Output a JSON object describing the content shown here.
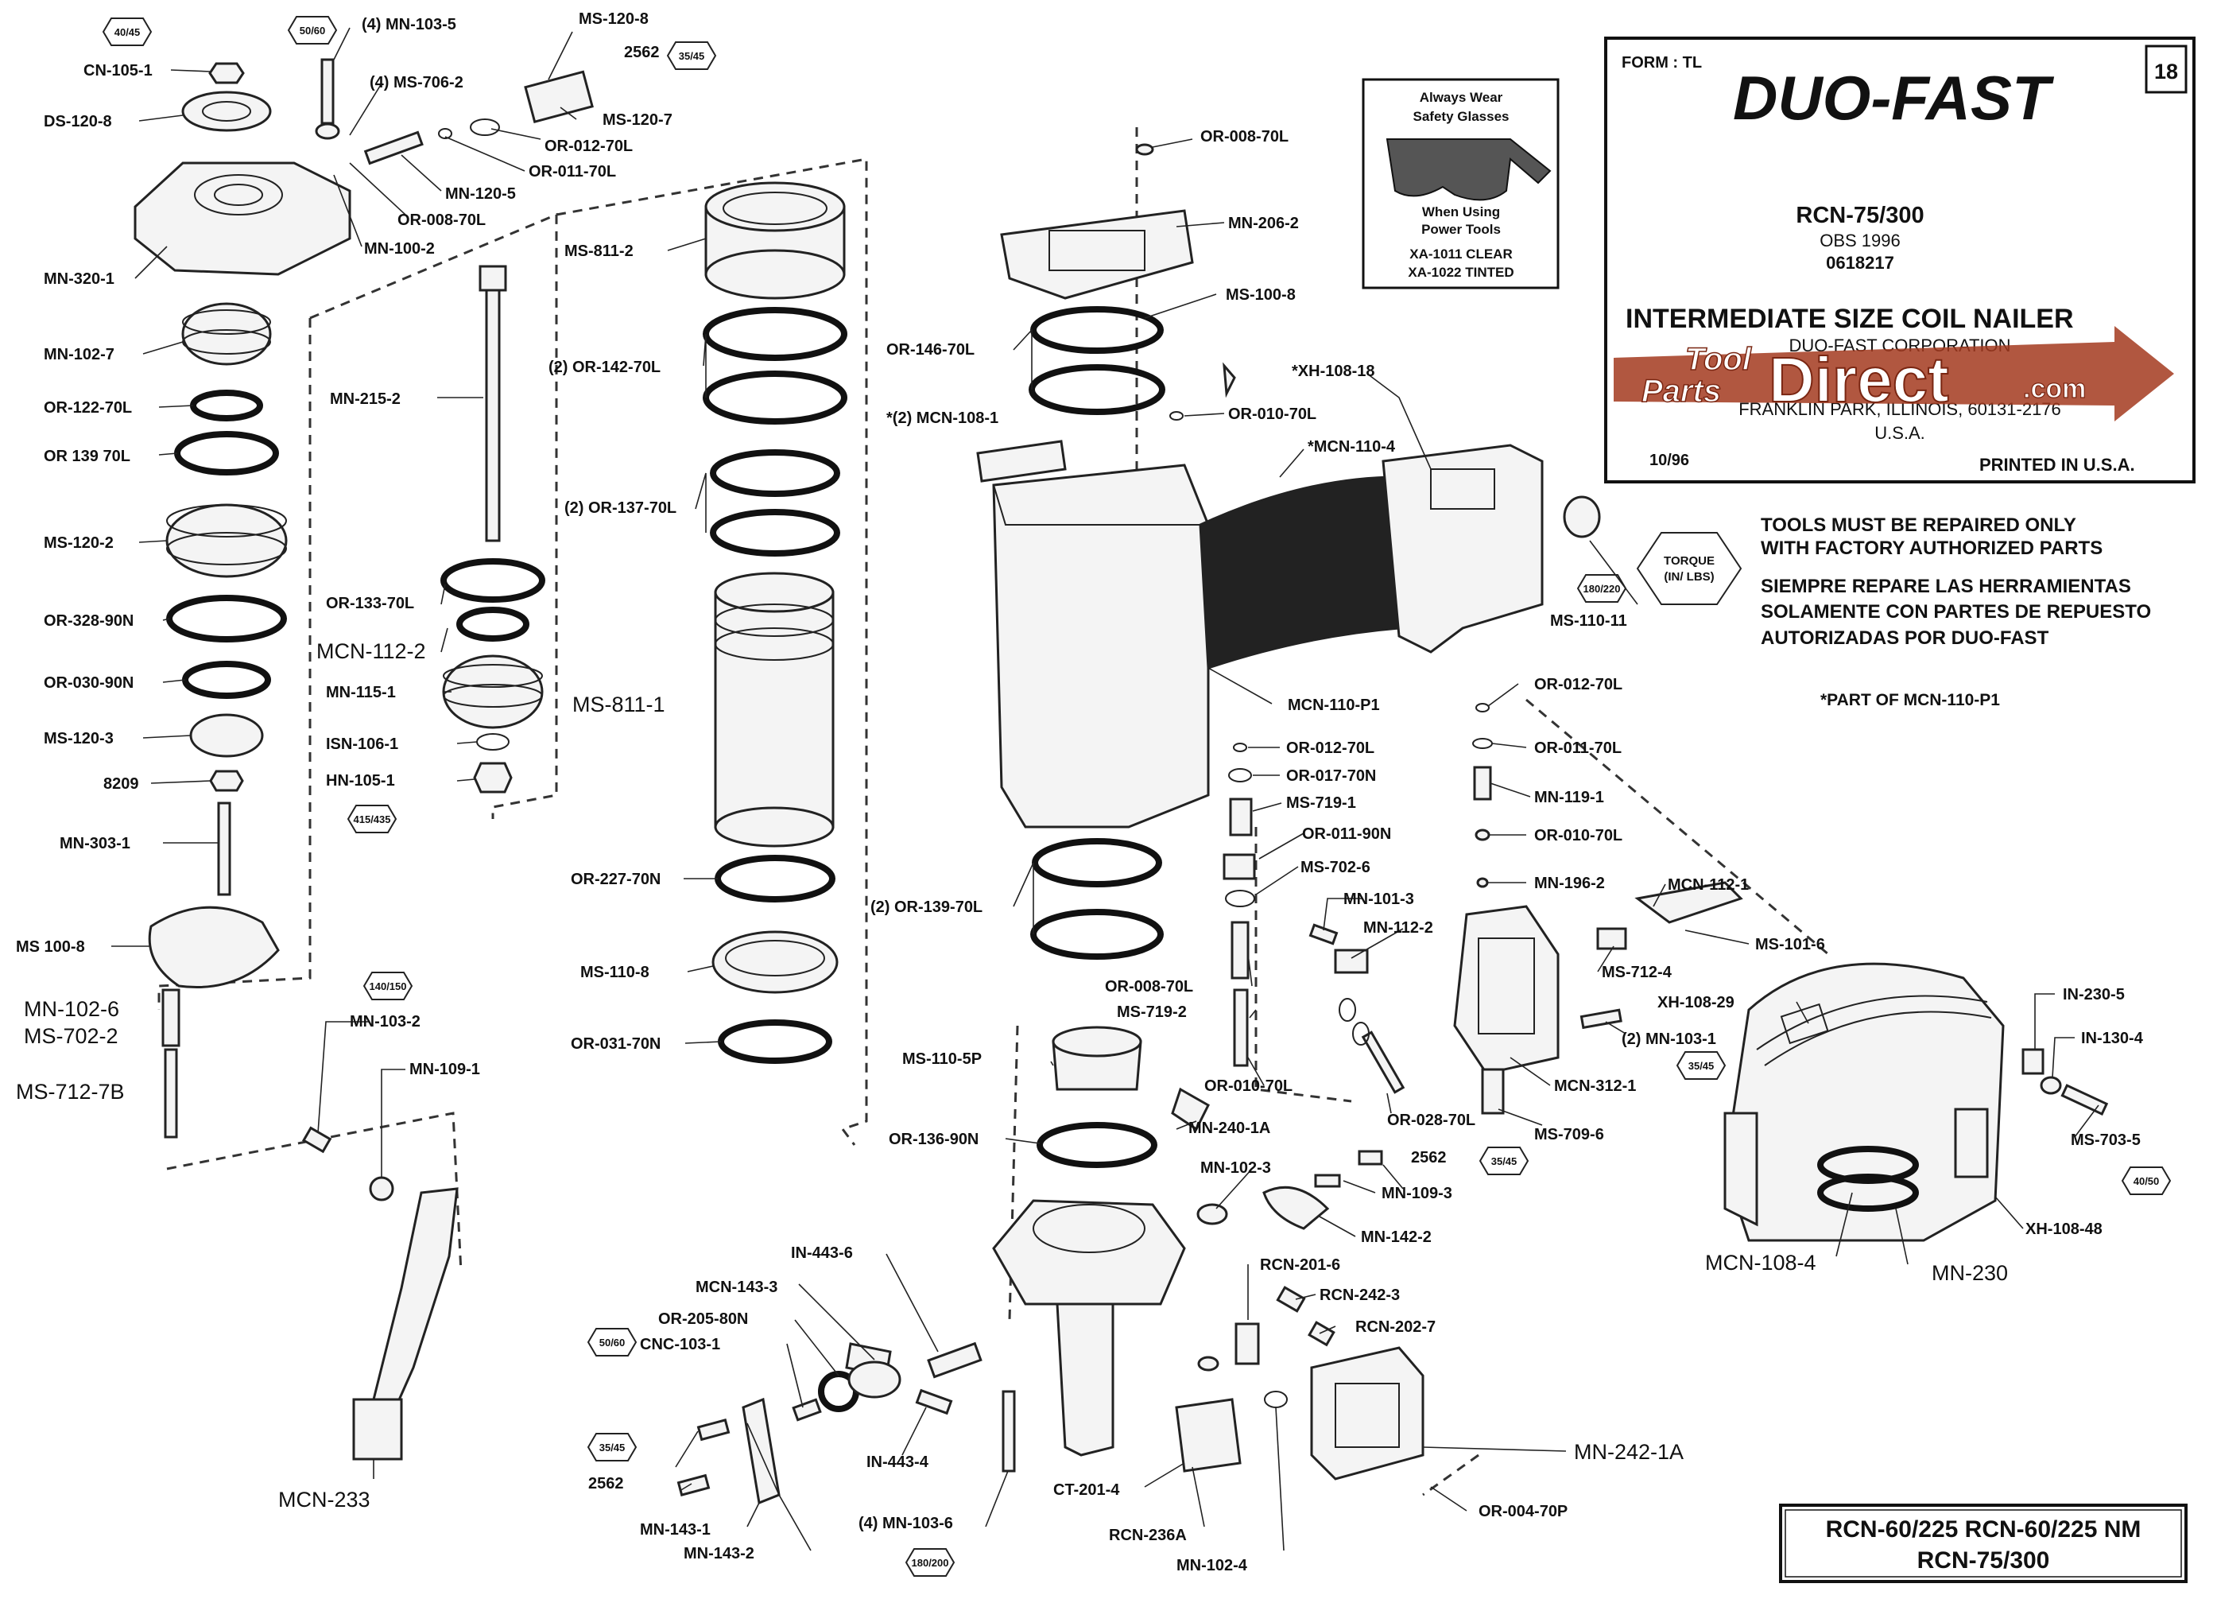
{
  "title_block": {
    "form": "FORM : TL",
    "brand": "DUO-FAST",
    "page_number": "18",
    "model": "RCN-75/300",
    "obs": "OBS 1996",
    "code": "0618217",
    "description": "INTERMEDIATE SIZE COIL NAILER",
    "company": "DUO-FAST CORPORATION",
    "address": "FRANKLIN PARK, ILLINOIS, 60131-2176",
    "country": "U.S.A.",
    "date": "10/96",
    "printed": "PRINTED IN U.S.A."
  },
  "watermark": {
    "tool": "Tool",
    "parts": "Parts",
    "direct": "Direct",
    "com": ".com"
  },
  "safety_box": {
    "line1": "Always Wear",
    "line2": "Safety Glasses",
    "line3": "When Using",
    "line4": "Power Tools",
    "line5": "XA-1011 CLEAR",
    "line6": "XA-1022 TINTED"
  },
  "notice": {
    "en1": "TOOLS MUST BE REPAIRED ONLY",
    "en2": "WITH FACTORY AUTHORIZED PARTS",
    "es1": "SIEMPRE REPARE LAS HERRAMIENTAS",
    "es2": "SOLAMENTE CON PARTES DE REPUESTO",
    "es3": "AUTORIZADAS POR DUO-FAST",
    "torque1": "TORQUE",
    "torque2": "(IN/ LBS)",
    "footnote": "*PART OF MCN-110-P1"
  },
  "model_box": {
    "line1": "RCN-60/225  RCN-60/225 NM",
    "line2": "RCN-75/300"
  },
  "torque_values": {
    "t1": "40/45",
    "t2": "50/60",
    "t3": "35/45",
    "t4": "415/435",
    "t5": "140/150",
    "t6": "180/220",
    "t7": "35/45",
    "t8": "35/45",
    "t9": "40/50",
    "t10": "50/60",
    "t11": "35/45",
    "t12": "180/200"
  },
  "labels": {
    "cn_105_1": "CN-105-1",
    "ds_120_8": "DS-120-8",
    "mn_320_1": "MN-320-1",
    "mn_102_7": "MN-102-7",
    "or_122_70l": "OR-122-70L",
    "or_139_70l_a": "OR 139 70L",
    "ms_120_2": "MS-120-2",
    "or_328_90n": "OR-328-90N",
    "or_030_90n": "OR-030-90N",
    "ms_120_3": "MS-120-3",
    "p8209": "8209",
    "mn_303_1": "MN-303-1",
    "ms_100_8a": "MS 100-8",
    "mn_102_6": "MN-102-6",
    "ms_702_2": "MS-702-2",
    "ms_712_7b": "MS-712-7B",
    "mn_103_5": "(4) MN-103-5",
    "ms_706_2": "(4) MS-706-2",
    "ms_120_8": "MS-120-8",
    "p2562a": "2562",
    "ms_120_7": "MS-120-7",
    "or_012_70l_a": "OR-012-70L",
    "or_011_70l_a": "OR-011-70L",
    "mn_120_5": "MN-120-5",
    "or_008_70l_a": "OR-008-70L",
    "mn_100_2": "MN-100-2",
    "mn_215_2": "MN-215-2",
    "or_133_70l": "OR-133-70L",
    "mcn_112_2": "MCN-112-2",
    "mn_115_1": "MN-115-1",
    "isn_106_1": "ISN-106-1",
    "hn_105_1": "HN-105-1",
    "ms_811_2": "MS-811-2",
    "or_142_70l": "(2) OR-142-70L",
    "or_137_70l": "(2) OR-137-70L",
    "ms_811_1": "MS-811-1",
    "or_227_70n": "OR-227-70N",
    "ms_110_8": "MS-110-8",
    "or_031_70n": "OR-031-70N",
    "mn_103_2": "MN-103-2",
    "mn_109_1": "MN-109-1",
    "mcn_233": "MCN-233",
    "or_008_70l_b": "OR-008-70L",
    "mn_206_2": "MN-206-2",
    "ms_100_8b": "MS-100-8",
    "or_146_70l": "OR-146-70L",
    "mcn_108_1": "*(2) MCN-108-1",
    "or_010_70l_a": "OR-010-70L",
    "xh_108_18": "*XH-108-18",
    "mcn_110_4": "*MCN-110-4",
    "ms_110_11": "MS-110-11",
    "mcn_110_p1": "MCN-110-P1",
    "or_012_70l_b": "OR-012-70L",
    "or_017_70n": "OR-017-70N",
    "ms_719_1": "MS-719-1",
    "or_011_90n": "OR-011-90N",
    "ms_702_6": "MS-702-6",
    "or_008_70l_c": "OR-008-70L",
    "ms_719_2": "MS-719-2",
    "or_010_70l_b": "OR-010-70L",
    "or_139_70l_b": "(2) OR-139-70L",
    "ms_110_5p": "MS-110-5P",
    "or_136_90n": "OR-136-90N",
    "mn_240_1a": "MN-240-1A",
    "mn_102_3": "MN-102-3",
    "p2562b": "2562",
    "mn_109_3": "MN-109-3",
    "mn_142_2": "MN-142-2",
    "or_012_70l_c": "OR-012-70L",
    "or_011_70l_b": "OR-011-70L",
    "mn_119_1": "MN-119-1",
    "or_010_70l_c": "OR-010-70L",
    "mn_196_2": "MN-196-2",
    "mn_101_3": "MN-101-3",
    "mn_112_2b": "MN-112-2",
    "mcn_112_1": "MCN-112-1",
    "ms_101_6": "MS-101-6",
    "ms_712_4": "MS-712-4",
    "mn_103_1": "(2) MN-103-1",
    "mcn_312_1": "MCN-312-1",
    "or_028_70l": "OR-028-70L",
    "ms_709_6": "MS-709-6",
    "xh_108_29": "XH-108-29",
    "in_230_5": "IN-230-5",
    "in_130_4": "IN-130-4",
    "ms_703_5": "MS-703-5",
    "xh_108_48": "XH-108-48",
    "mcn_108_4": "MCN-108-4",
    "mn_230": "MN-230",
    "in_443_6": "IN-443-6",
    "mcn_143_3": "MCN-143-3",
    "or_205_80n": "OR-205-80N",
    "cnc_103_1": "CNC-103-1",
    "in_443_4": "IN-443-4",
    "p2562c": "2562",
    "mn_143_1": "MN-143-1",
    "mn_143_2": "MN-143-2",
    "mn_103_6": "(4) MN-103-6",
    "ct_201_4": "CT-201-4",
    "rcn_236a": "RCN-236A",
    "mn_102_4": "MN-102-4",
    "rcn_201_6": "RCN-201-6",
    "rcn_242_3": "RCN-242-3",
    "rcn_202_7": "RCN-202-7",
    "mn_242_1a": "MN-242-1A",
    "or_004_70p": "OR-004-70P"
  }
}
